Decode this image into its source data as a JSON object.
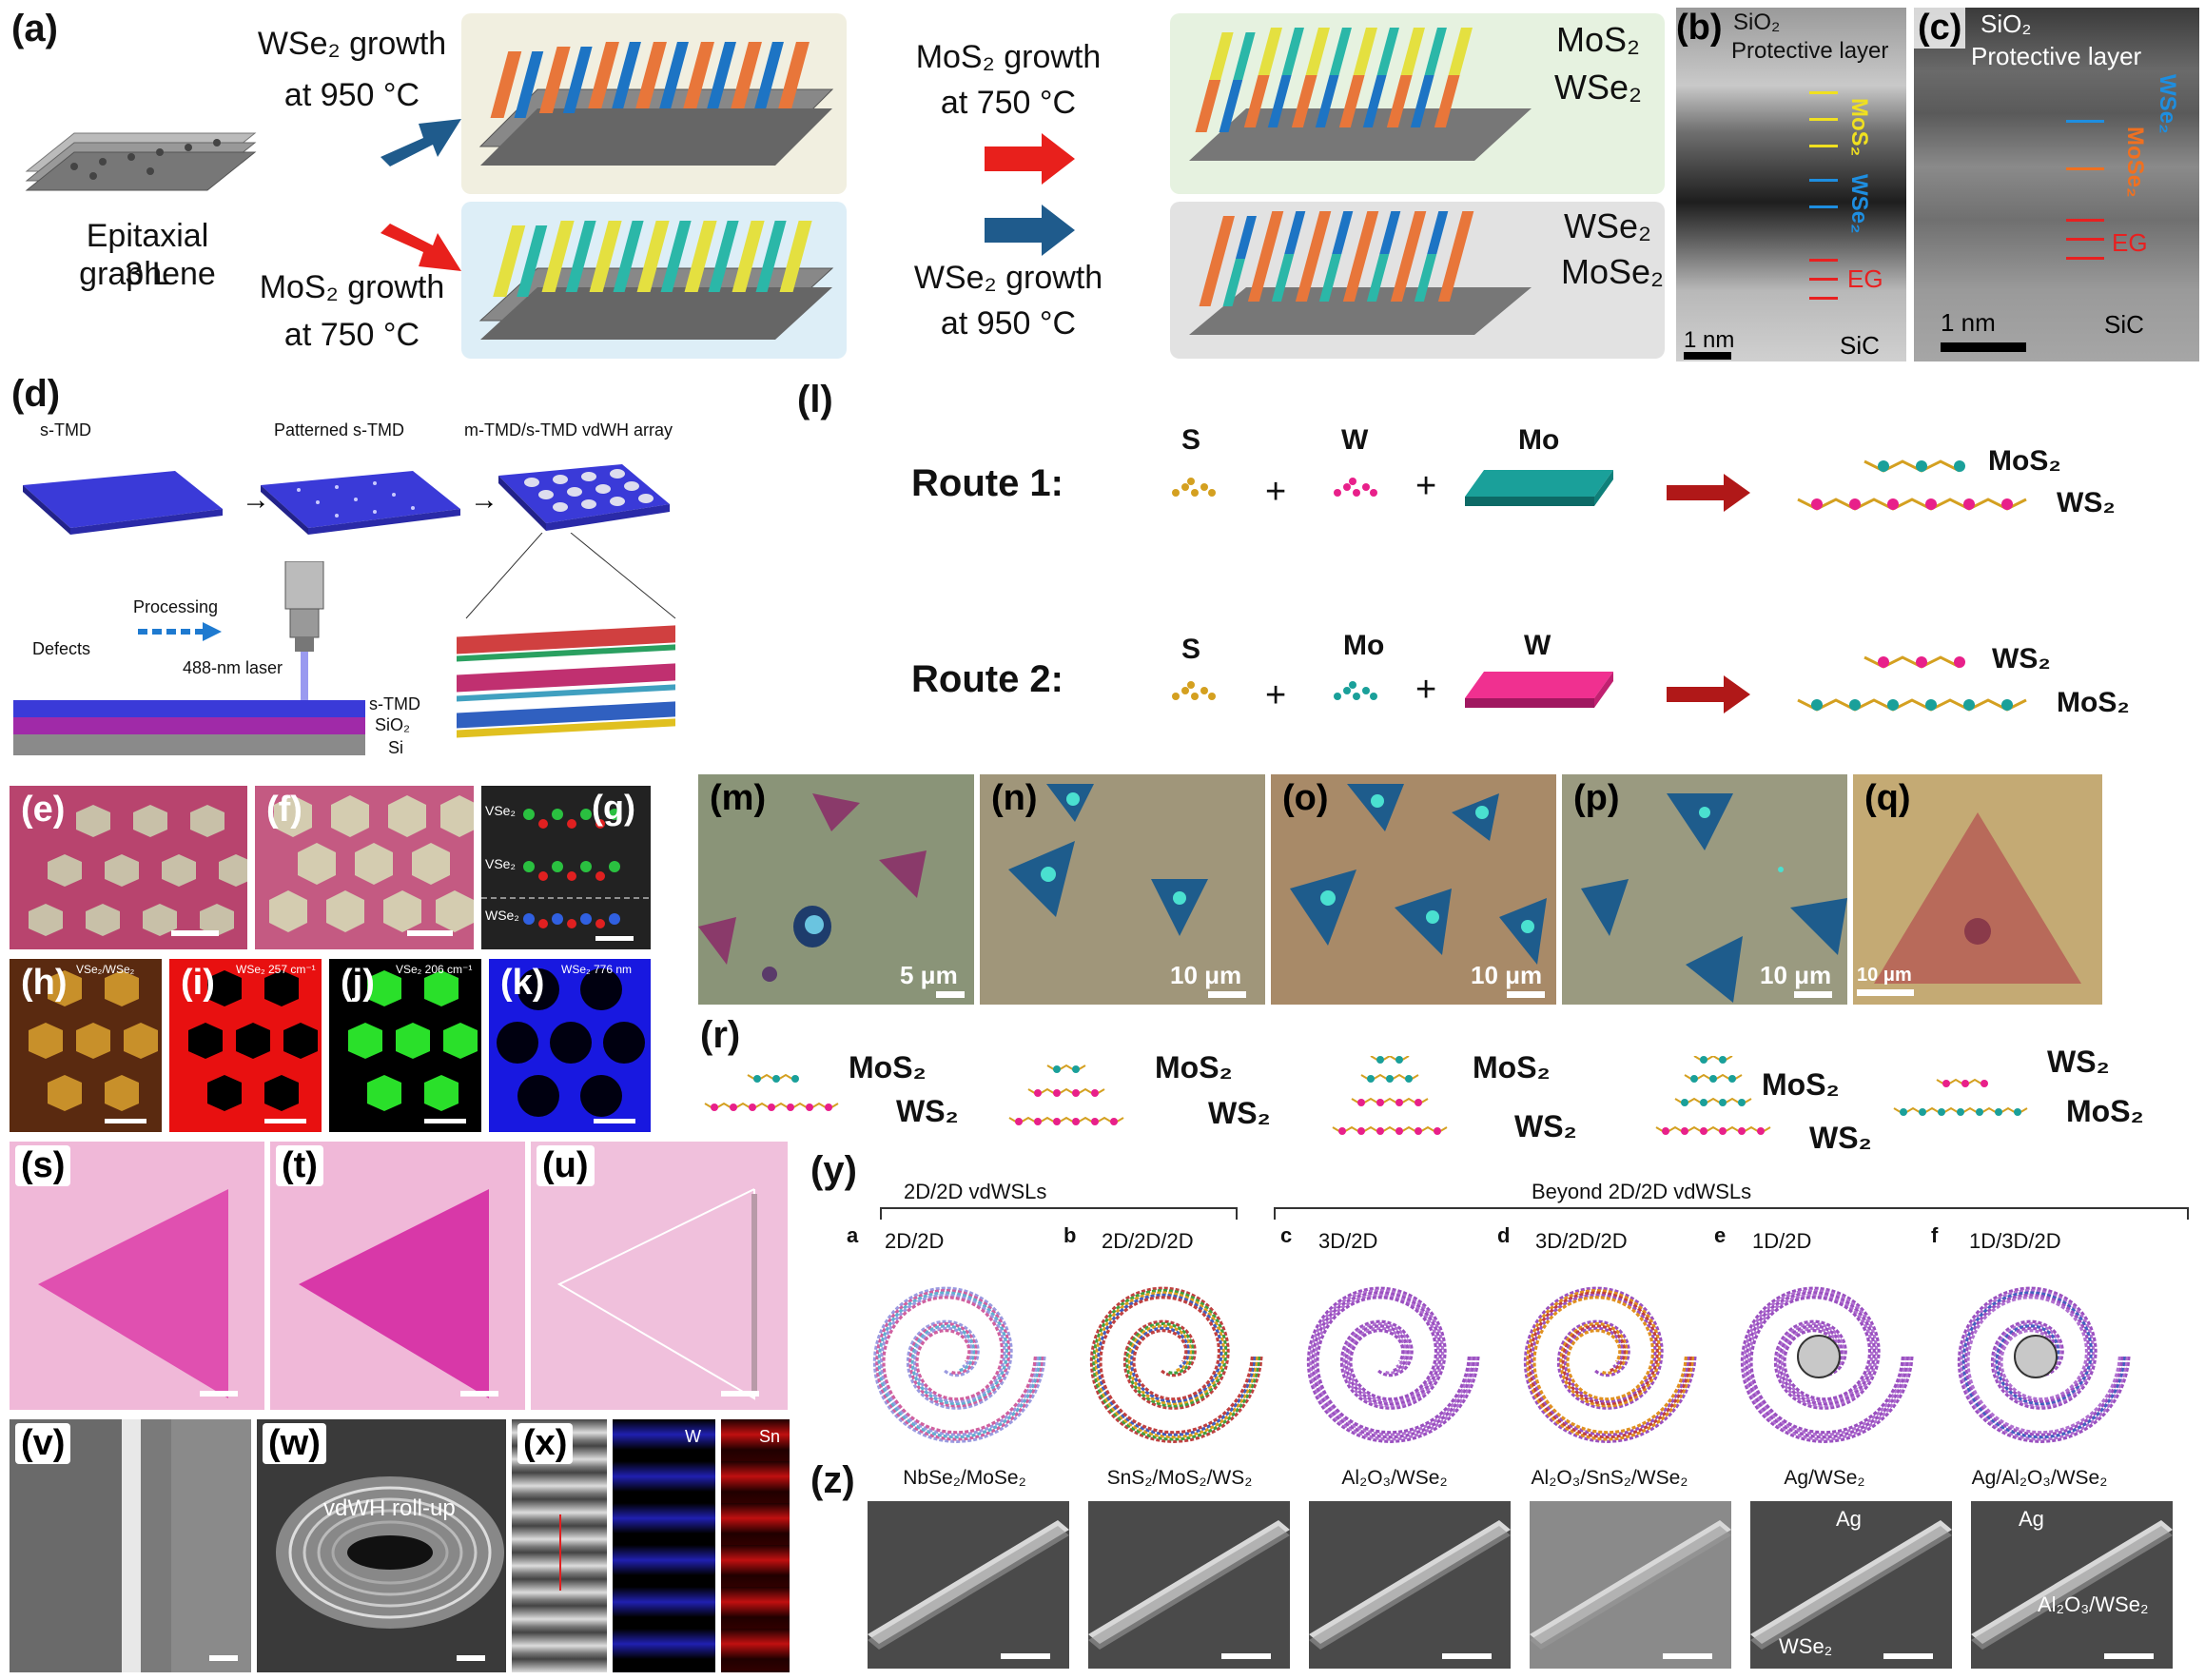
{
  "panel_a": {
    "label": "(a)",
    "graphene_line1": "Epitaxial graphene",
    "graphene_line2": "3 L",
    "wse2_growth": "WSe₂ growth",
    "wse2_temp": "at 950 °C",
    "mos2_growth": "MoS₂ growth",
    "mos2_temp": "at 750 °C",
    "mid_mos2_growth": "MoS₂ growth",
    "mid_mos2_temp": "at 750 °C",
    "mid_wse2_growth": "WSe₂ growth",
    "mid_wse2_temp": "at 950 °C",
    "top_right_1": "MoS₂",
    "top_right_2": "WSe₂",
    "bot_right_1": "WSe₂",
    "bot_right_2": "MoSe₂"
  },
  "panel_b": {
    "label": "(b)",
    "top": "SiO₂",
    "protective": "Protective layer",
    "mos2": "MoS₂",
    "wse2": "WSe₂",
    "eg": "EG",
    "scale": "1 nm",
    "sic": "SiC"
  },
  "panel_c": {
    "label": "(c)",
    "top": "SiO₂",
    "protective": "Protective layer",
    "wse2": "WSe₂",
    "mose2": "MoSe₂",
    "eg": "EG",
    "scale": "1 nm",
    "sic": "SiC"
  },
  "panel_d": {
    "label": "(d)",
    "step1": "s-TMD",
    "step2": "Patterned s-TMD",
    "step3": "m-TMD/s-TMD vdWH array",
    "processing": "Processing",
    "defects": "Defects",
    "laser": "488-nm laser",
    "stack1": "s-TMD",
    "stack2": "SiO₂",
    "stack3": "Si"
  },
  "panel_e": {
    "label": "(e)"
  },
  "panel_f": {
    "label": "(f)"
  },
  "panel_g": {
    "label": "(g)",
    "l1": "VSe₂",
    "l2": "VSe₂",
    "l3": "WSe₂"
  },
  "panel_h": {
    "label": "(h)",
    "title": "VSe₂/WSe₂"
  },
  "panel_i": {
    "label": "(i)",
    "title": "WSe₂ 257 cm⁻¹"
  },
  "panel_j": {
    "label": "(j)",
    "title": "VSe₂ 206 cm⁻¹"
  },
  "panel_k": {
    "label": "(k)",
    "title": "WSe₂ 776 nm"
  },
  "panel_l": {
    "label": "(l)",
    "route1": "Route 1:",
    "route2": "Route 2:",
    "r1_s": "S",
    "r1_w": "W",
    "r1_mo": "Mo",
    "r2_s": "S",
    "r2_mo": "Mo",
    "r2_w": "W",
    "plus": "+",
    "r1_top": "MoS₂",
    "r1_bot": "WS₂",
    "r2_top": "WS₂",
    "r2_bot": "MoS₂"
  },
  "panel_m": {
    "label": "(m)",
    "scale": "5 μm"
  },
  "panel_n": {
    "label": "(n)",
    "scale": "10 μm"
  },
  "panel_o": {
    "label": "(o)",
    "scale": "10 μm"
  },
  "panel_p": {
    "label": "(p)",
    "scale": "10 μm"
  },
  "panel_q": {
    "label": "(q)",
    "scale": "10 μm"
  },
  "panel_r": {
    "label": "(r)",
    "s1_top": "MoS₂",
    "s1_bot": "WS₂",
    "s2_top": "MoS₂",
    "s2_bot": "WS₂",
    "s3_top": "MoS₂",
    "s3_bot": "WS₂",
    "s4_top": "MoS₂",
    "s4_bot": "WS₂",
    "s5_top": "WS₂",
    "s5_bot": "MoS₂"
  },
  "panel_s": {
    "label": "(s)"
  },
  "panel_t": {
    "label": "(t)"
  },
  "panel_u": {
    "label": "(u)"
  },
  "panel_v": {
    "label": "(v)"
  },
  "panel_w": {
    "label": "(w)",
    "text": "vdWH roll-up"
  },
  "panel_x": {
    "label": "(x)",
    "w": "W",
    "sn": "Sn"
  },
  "panel_y": {
    "label": "(y)",
    "group1": "2D/2D vdWSLs",
    "group2": "Beyond 2D/2D vdWSLs",
    "items": [
      {
        "letter": "a",
        "title": "2D/2D"
      },
      {
        "letter": "b",
        "title": "2D/2D/2D"
      },
      {
        "letter": "c",
        "title": "3D/2D"
      },
      {
        "letter": "d",
        "title": "3D/2D/2D"
      },
      {
        "letter": "e",
        "title": "1D/2D"
      },
      {
        "letter": "f",
        "title": "1D/3D/2D"
      }
    ]
  },
  "panel_z": {
    "label": "(z)",
    "captions": [
      "NbSe₂/MoSe₂",
      "SnS₂/MoS₂/WS₂",
      "Al₂O₃/WSe₂",
      "Al₂O₃/SnS₂/WSe₂",
      "Ag/WSe₂",
      "Ag/Al₂O₃/WSe₂"
    ],
    "ag1": "Ag",
    "wse2": "WSe₂",
    "ag2": "Ag",
    "al2o3wse2": "Al₂O₃/WSe₂"
  },
  "colors": {
    "arrow_blue": "#1f5b8c",
    "arrow_red": "#e8201c",
    "mo_teal": "#1aa09a",
    "w_pink": "#e8208a",
    "s_gold": "#d4a020",
    "wafer_blue": "#3a3ad8"
  }
}
